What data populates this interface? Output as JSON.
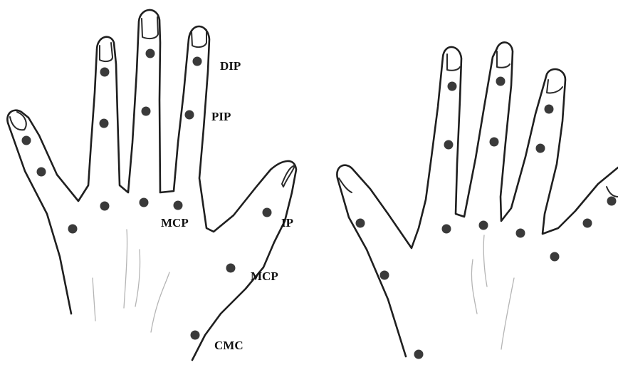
{
  "labels": {
    "dip": "DIP",
    "pip": "PIP",
    "mcp_fingers": "MCP",
    "ip": "IP",
    "mcp_thumb": "MCP",
    "cmc": "CMC"
  },
  "colors": {
    "outline": "#1f1f1f",
    "joint_marker": "#3a3a3a",
    "background": "#ffffff"
  }
}
